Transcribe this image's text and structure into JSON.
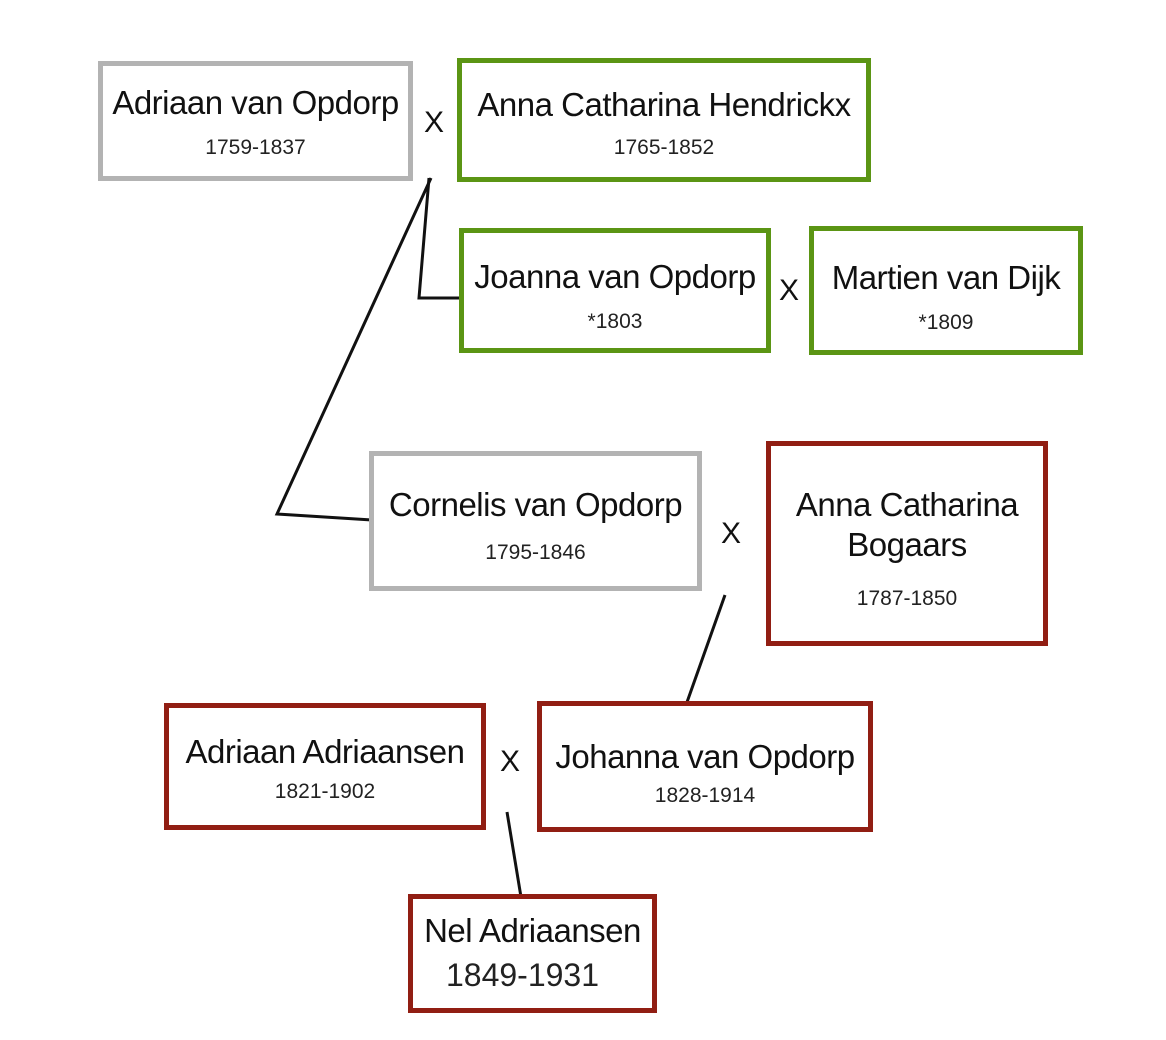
{
  "colors": {
    "gray": "#b3b3b3",
    "green": "#5b9514",
    "red": "#911e13",
    "line": "#111111"
  },
  "people": {
    "adriaan_van_opdorp": {
      "name": "Adriaan van Opdorp",
      "dates": "1759-1837"
    },
    "anna_catharina_hendrickx": {
      "name": "Anna Catharina Hendrickx",
      "dates": "1765-1852"
    },
    "joanna_van_opdorp": {
      "name": "Joanna van Opdorp",
      "dates": "*1803"
    },
    "martien_van_dijk": {
      "name": "Martien van Dijk",
      "dates": "*1809"
    },
    "cornelis_van_opdorp": {
      "name": "Cornelis van Opdorp",
      "dates": "1795-1846"
    },
    "anna_catharina_bogaars": {
      "name_line1": "Anna Catharina",
      "name_line2": "Bogaars",
      "dates": "1787-1850"
    },
    "adriaan_adriaansen": {
      "name": "Adriaan Adriaansen",
      "dates": "1821-1902"
    },
    "johanna_van_opdorp": {
      "name": "Johanna van Opdorp",
      "dates": "1828-1914"
    },
    "nel_adriaansen": {
      "name": "Nel Adriaansen",
      "dates": "1849-1931"
    }
  },
  "marriage_symbol": "X"
}
